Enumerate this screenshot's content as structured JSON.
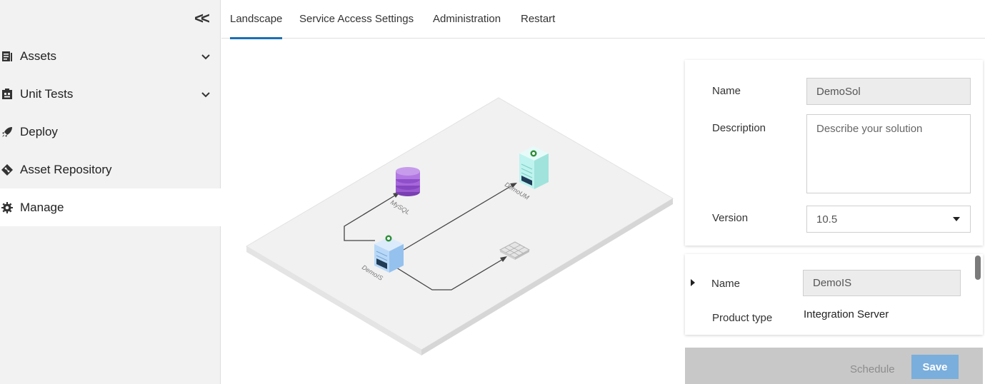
{
  "sidebar": {
    "items": [
      {
        "label": "Assets",
        "icon": "assets-icon",
        "expandable": true
      },
      {
        "label": "Unit Tests",
        "icon": "unit-tests-icon",
        "expandable": true
      },
      {
        "label": "Deploy",
        "icon": "rocket-icon",
        "expandable": false
      },
      {
        "label": "Asset Repository",
        "icon": "git-icon",
        "expandable": false
      },
      {
        "label": "Manage",
        "icon": "gear-icon",
        "expandable": false,
        "active": true
      }
    ]
  },
  "tabs": [
    {
      "label": "Landscape",
      "active": true
    },
    {
      "label": "Service Access Settings"
    },
    {
      "label": "Administration"
    },
    {
      "label": "Restart"
    }
  ],
  "landscape": {
    "nodes": [
      {
        "id": "db",
        "label": "MySQL",
        "icon": "database-icon"
      },
      {
        "id": "um",
        "label": "DemoUM",
        "icon": "server-icon"
      },
      {
        "id": "is",
        "label": "DemoIS",
        "icon": "server-icon"
      },
      {
        "id": "chip",
        "label": "",
        "icon": "chip-icon"
      }
    ]
  },
  "solution": {
    "name_label": "Name",
    "name_value": "DemoSol",
    "description_label": "Description",
    "description_placeholder": "Describe your solution",
    "version_label": "Version",
    "version_value": "10.5"
  },
  "node_details": {
    "name_label": "Name",
    "name_value": "DemoIS",
    "product_type_label": "Product type",
    "product_type_value": "Integration Server"
  },
  "footer": {
    "schedule_label": "Schedule",
    "save_label": "Save"
  },
  "colors": {
    "accent": "#1a6fb5",
    "save_button": "#7aaedc",
    "database": "#9b59d0",
    "server_um": "#bff3ef",
    "server_is": "#b9d8f7"
  }
}
